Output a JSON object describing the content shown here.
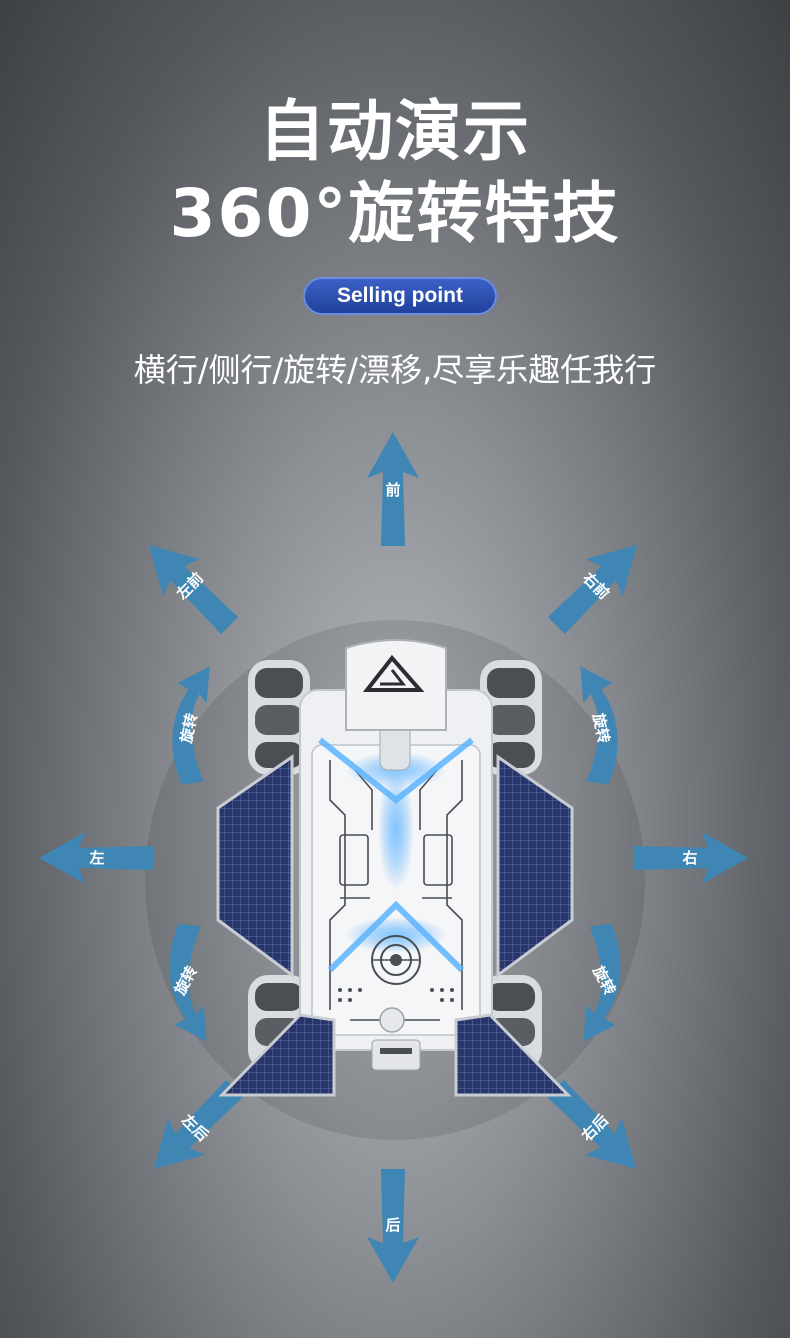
{
  "heading": {
    "line1": "自动演示",
    "line2": "360°旋转特技"
  },
  "badge": "Selling point",
  "subtitle": "横行/侧行/旋转/漂移,尽享乐趣任我行",
  "arrows": {
    "front": "前",
    "front_left": "左前",
    "front_right": "右前",
    "rotate_upper_left": "旋转",
    "rotate_upper_right": "旋转",
    "left": "左",
    "right": "右",
    "rotate_lower_left": "旋转",
    "rotate_lower_right": "旋转",
    "back_left": "左后",
    "back_right": "右后",
    "back": "后"
  },
  "colors": {
    "arrow": "#3f86b5",
    "badge": "#2a4fb3",
    "glow": "#4fa8ff"
  }
}
